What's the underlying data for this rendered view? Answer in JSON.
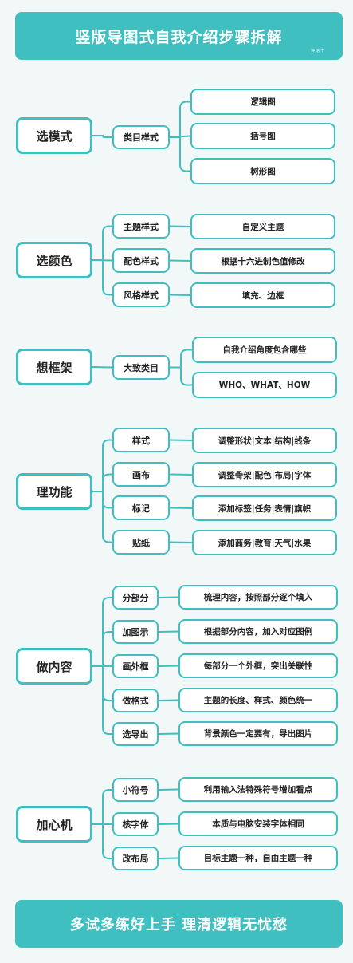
{
  "title": "竖版导图式自我介绍步骤拆解",
  "brand": "钟馆十",
  "footer": "多试多练好上手 理清逻辑无忧愁",
  "colors": {
    "accent": "#3fbfc0",
    "background": "#f1f8f7",
    "box_fill": "#ffffff"
  },
  "sections": [
    {
      "label": "选模式",
      "subs": [
        {
          "label": "类目样式",
          "leaves": [
            "逻辑图",
            "括号图",
            "树形图"
          ]
        }
      ]
    },
    {
      "label": "选颜色",
      "subs": [
        {
          "label": "主题样式",
          "leaves": [
            "自定义主题"
          ]
        },
        {
          "label": "配色样式",
          "leaves": [
            "根据十六进制色值修改"
          ]
        },
        {
          "label": "风格样式",
          "leaves": [
            "填充、边框"
          ]
        }
      ]
    },
    {
      "label": "想框架",
      "subs": [
        {
          "label": "大致类目",
          "leaves": [
            "自我介绍角度包含哪些",
            "WHO、WHAT、HOW"
          ]
        }
      ]
    },
    {
      "label": "理功能",
      "subs": [
        {
          "label": "样式",
          "leaves": [
            "调整形状|文本|结构|线条"
          ]
        },
        {
          "label": "画布",
          "leaves": [
            "调整骨架|配色|布局|字体"
          ]
        },
        {
          "label": "标记",
          "leaves": [
            "添加标签|任务|表情|旗帜"
          ]
        },
        {
          "label": "贴纸",
          "leaves": [
            "添加商务|教育|天气|水果"
          ]
        }
      ]
    },
    {
      "label": "做内容",
      "subs": [
        {
          "label": "分部分",
          "leaves": [
            "梳理内容，按照部分逐个填入"
          ]
        },
        {
          "label": "加图示",
          "leaves": [
            "根据部分内容，加入对应图例"
          ]
        },
        {
          "label": "画外框",
          "leaves": [
            "每部分一个外框，突出关联性"
          ]
        },
        {
          "label": "做格式",
          "leaves": [
            "主题的长度、样式、颜色统一"
          ]
        },
        {
          "label": "选导出",
          "leaves": [
            "背景颜色一定要有，导出图片"
          ]
        }
      ]
    },
    {
      "label": "加心机",
      "subs": [
        {
          "label": "小符号",
          "leaves": [
            "利用输入法特殊符号增加看点"
          ]
        },
        {
          "label": "核字体",
          "leaves": [
            "本质与电脑安装字体相同"
          ]
        },
        {
          "label": "改布局",
          "leaves": [
            "目标主题一种，自由主题一种"
          ]
        }
      ]
    }
  ]
}
